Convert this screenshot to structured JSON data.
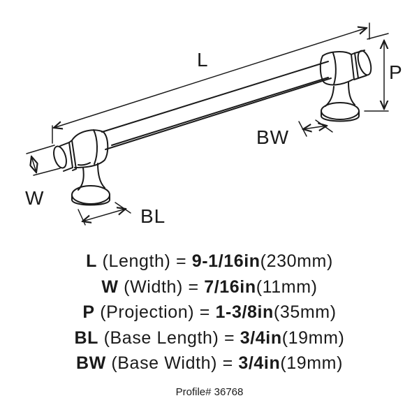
{
  "dimension_labels": {
    "length": "L",
    "width": "W",
    "projection": "P",
    "base_length": "BL",
    "base_width": "BW"
  },
  "specs": [
    {
      "code": "L",
      "name": "(Length)",
      "eq": "=",
      "imperial": "9-1/16in",
      "metric": "(230mm)"
    },
    {
      "code": "W",
      "name": "(Width)",
      "eq": "=",
      "imperial": "7/16in",
      "metric": "(11mm)"
    },
    {
      "code": "P",
      "name": "(Projection)",
      "eq": "=",
      "imperial": "1-3/8in",
      "metric": "(35mm)"
    },
    {
      "code": "BL",
      "name": "(Base Length)",
      "eq": "=",
      "imperial": "3/4in",
      "metric": "(19mm)"
    },
    {
      "code": "BW",
      "name": "(Base Width)",
      "eq": "=",
      "imperial": "3/4in",
      "metric": "(19mm)"
    }
  ],
  "profile": "Profile# 36768",
  "colors": {
    "line": "#1a1a1a",
    "background": "#ffffff"
  }
}
